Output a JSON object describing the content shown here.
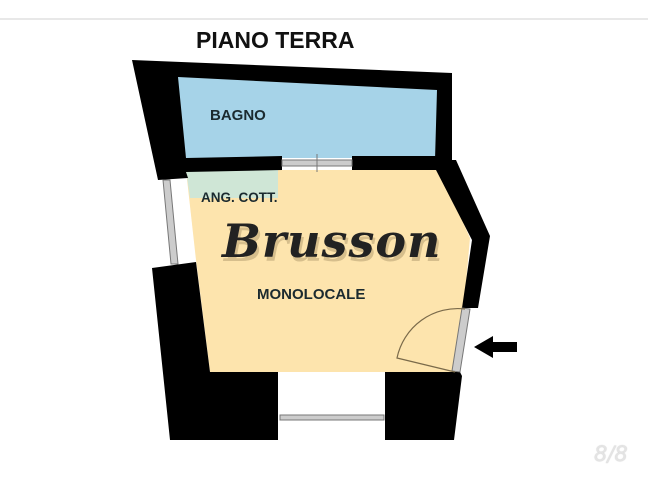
{
  "header": {
    "title": "PIANO TERRA"
  },
  "rooms": [
    {
      "name": "BAGNO",
      "color": "#a6d3e8"
    },
    {
      "name": "ANG. COTT.",
      "color": "#cfe6d6"
    },
    {
      "name": "MONOLOCALE",
      "color": "#fde4ad"
    }
  ],
  "watermark": {
    "text": "Brusson"
  },
  "entrance": {
    "icon": "arrow-left-icon"
  },
  "pager": {
    "text": "8/8"
  },
  "colors": {
    "wall": "#000000",
    "bathroom": "#a6d3e8",
    "living": "#fde4ad",
    "kitchen": "#cfe6d6"
  }
}
